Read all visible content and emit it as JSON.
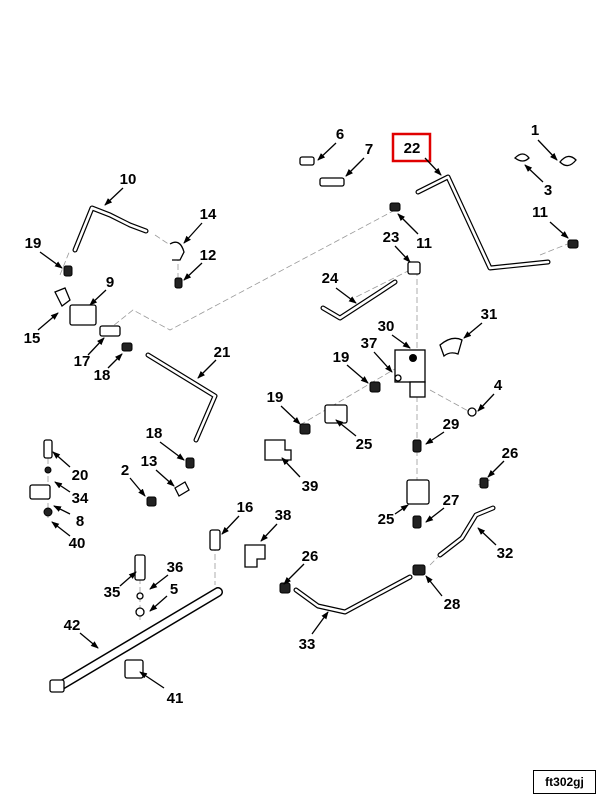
{
  "highlight_color": "#e00000",
  "caption": "ft302gj",
  "callouts": [
    "1",
    "6",
    "7",
    "22",
    "3",
    "10",
    "11",
    "11",
    "23",
    "14",
    "19",
    "12",
    "9",
    "24",
    "30",
    "31",
    "15",
    "17",
    "18",
    "21",
    "19",
    "37",
    "4",
    "19",
    "25",
    "29",
    "18",
    "39",
    "20",
    "2",
    "13",
    "26",
    "34",
    "8",
    "27",
    "25",
    "16",
    "38",
    "40",
    "32",
    "26",
    "36",
    "35",
    "5",
    "28",
    "42",
    "33",
    "41"
  ],
  "highlighted_callout": "22"
}
